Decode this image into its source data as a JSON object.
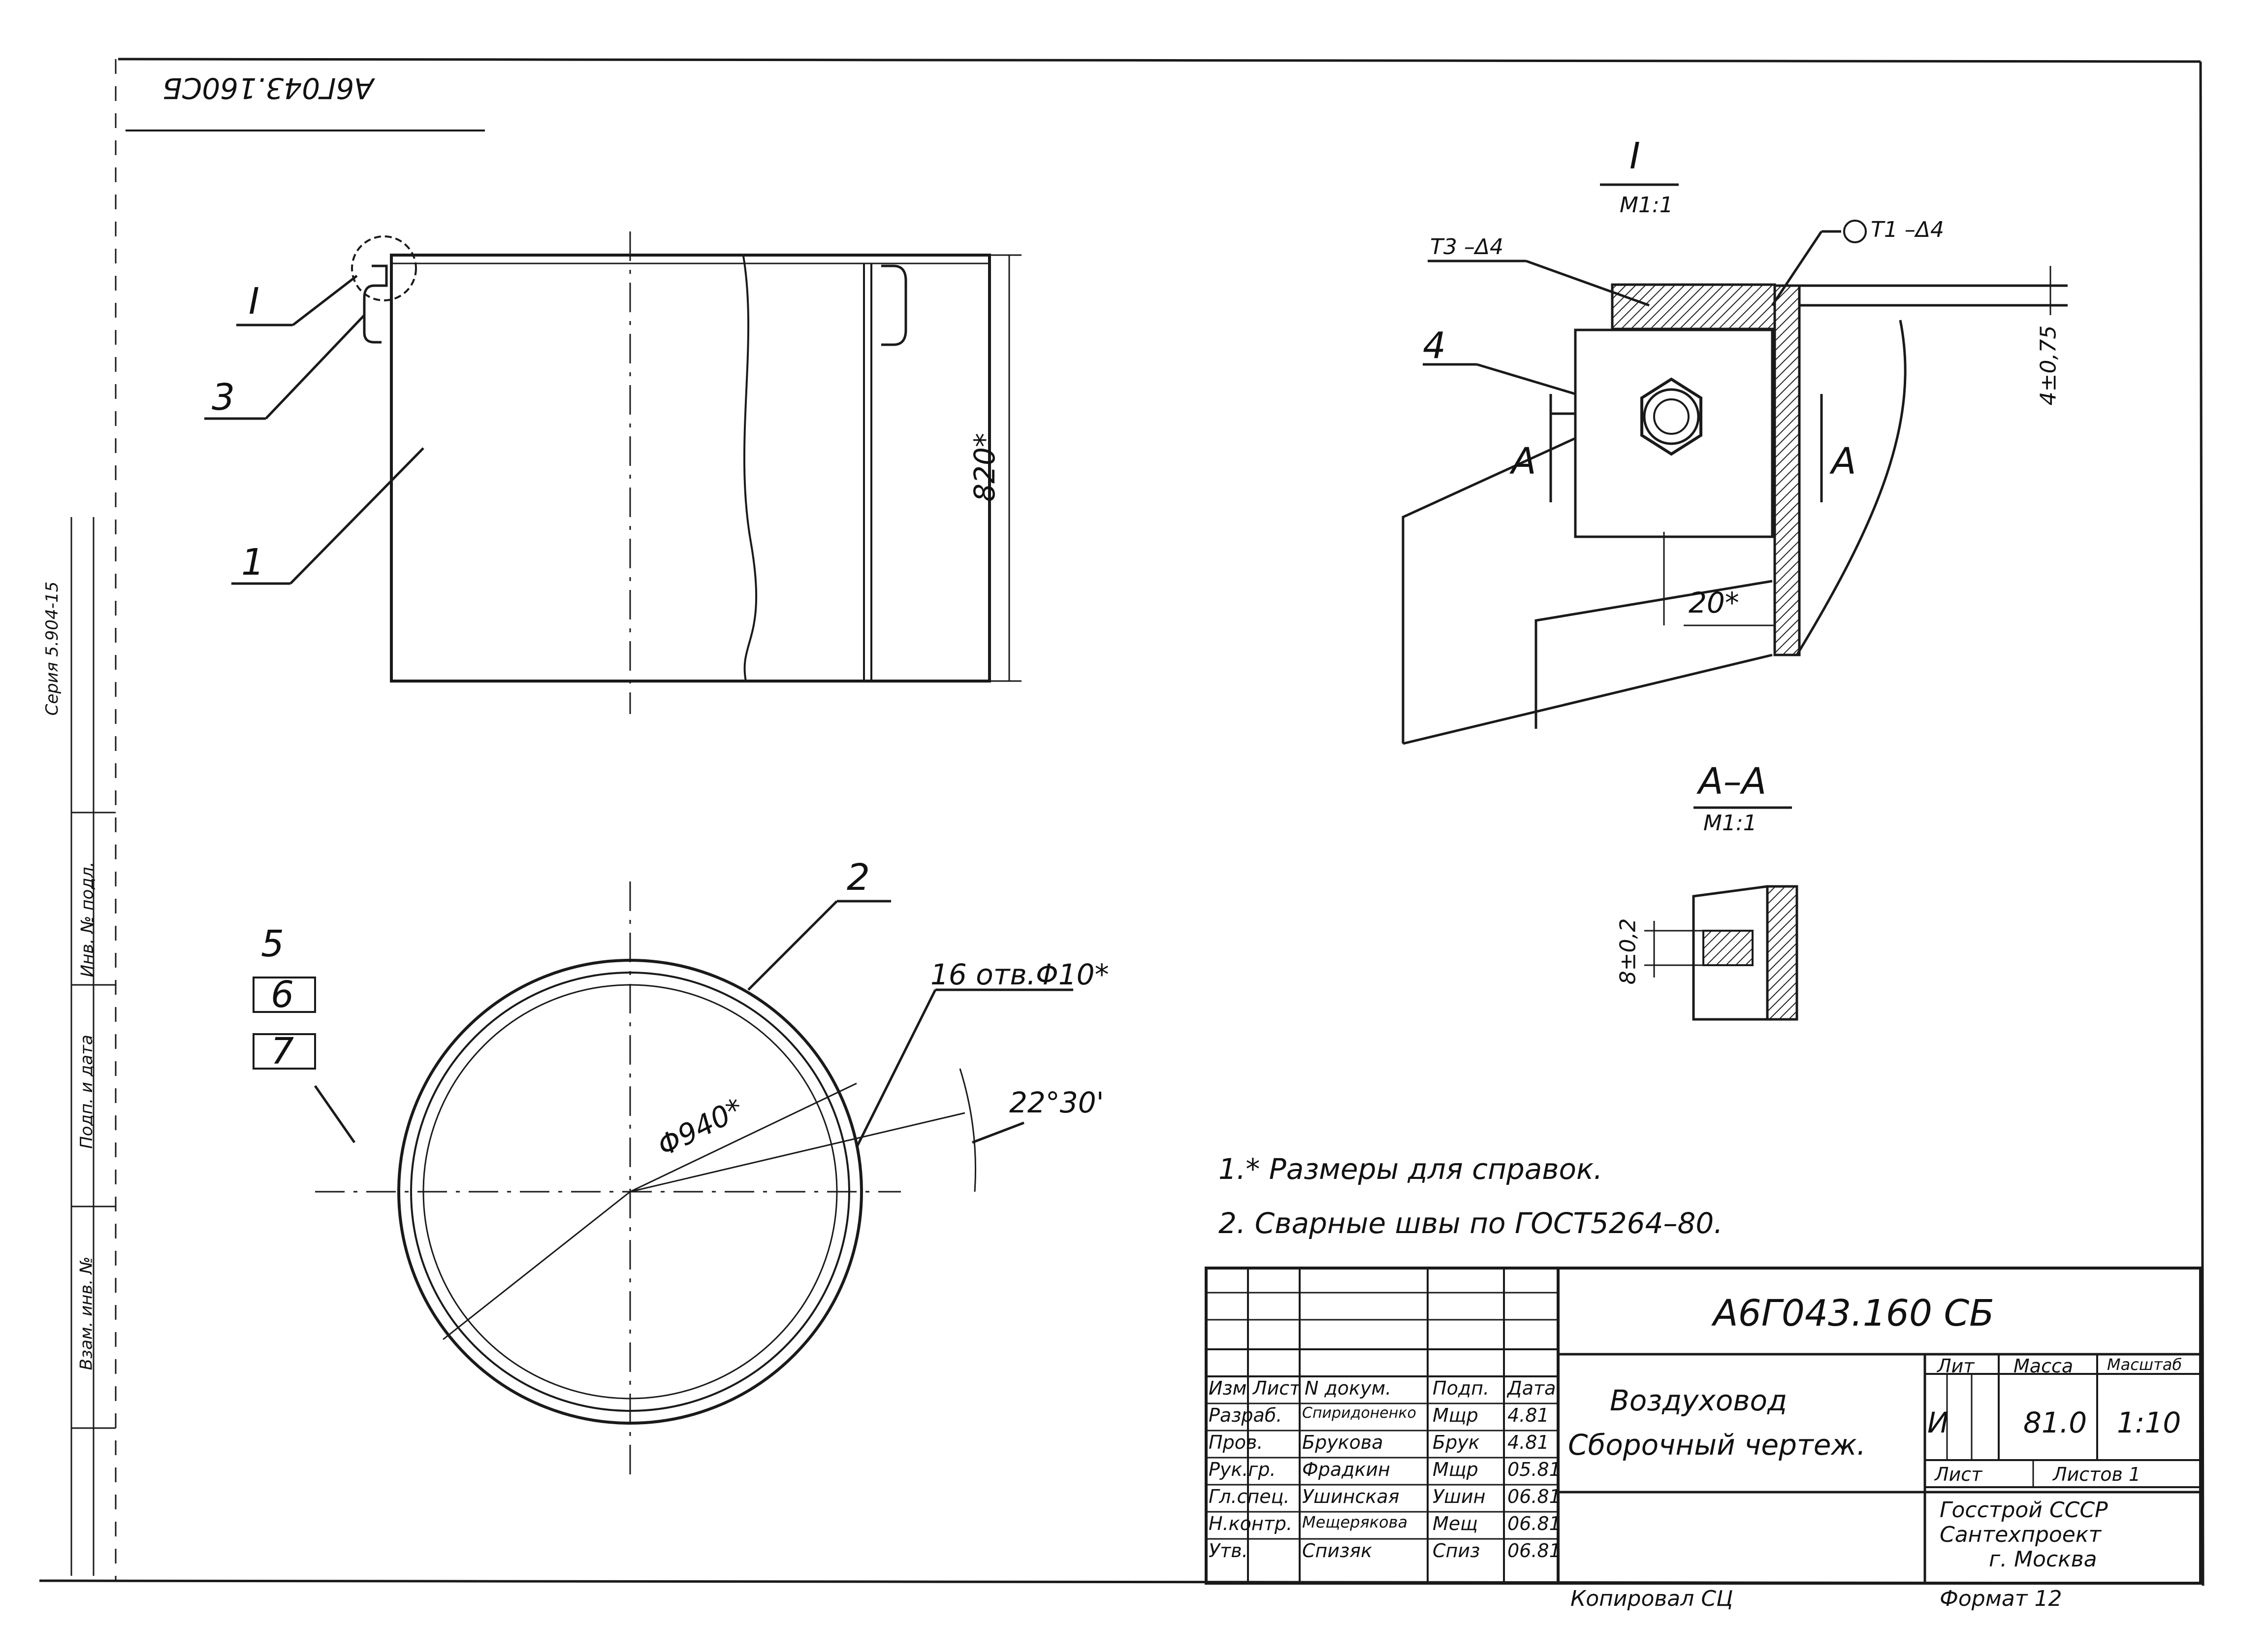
{
  "stamp_top": "А6Г043.160СБ",
  "side_stamps": [
    "Серия 5.904-15",
    "Инв. № подл.",
    "Подп. и дата",
    "Взам. инв. №"
  ],
  "main_view": {
    "callout_I": "I",
    "leader_3": "3",
    "leader_1": "1",
    "dim_height": "820*"
  },
  "plan_view": {
    "leader_2": "2",
    "leader_5": "5",
    "leader_6": "6",
    "leader_7": "7",
    "dim_diameter": "Φ940*",
    "dim_holes": "16 отв.Φ10*",
    "dim_angle": "22°30'"
  },
  "detail_view": {
    "title": "I",
    "scale": "М1:1",
    "weld_1": "Т3 –Δ4",
    "weld_2": "Т1 –Δ4",
    "leader_4": "4",
    "dim_thickness": "4±0,75",
    "dim_20": "20*",
    "section_mark_left": "А",
    "section_mark_right": "А"
  },
  "section_view": {
    "title": "А–А",
    "scale": "М1:1",
    "dim": "8±0,2"
  },
  "notes": [
    "1.* Размеры для справок.",
    "2. Сварные швы по ГОСТ5264–80."
  ],
  "title_block": {
    "designation": "А6Г043.160 СБ",
    "name_line1": "Воздуховод",
    "name_line2": "Сборочный чертеж.",
    "head_cols": [
      "Изм",
      "Лист",
      "N докум.",
      "Подп.",
      "Дата"
    ],
    "rows": [
      {
        "role": "Разраб.",
        "name": "Спиридоненко",
        "sign": "Мщр",
        "date": "4.81"
      },
      {
        "role": "Пров.",
        "name": "Брукова",
        "sign": "Брук",
        "date": "4.81"
      },
      {
        "role": "Рук.гр.",
        "name": "Фрадкин",
        "sign": "Мщр",
        "date": "05.81"
      },
      {
        "role": "Гл.спец.",
        "name": "Ушинская",
        "sign": "Ушин",
        "date": "06.81"
      },
      {
        "role": "Н.контр.",
        "name": "Мещерякова",
        "sign": "Мещ",
        "date": "06.81"
      },
      {
        "role": "Утв.",
        "name": "Спизяк",
        "sign": "Спиз",
        "date": "06.81"
      }
    ],
    "lit_label": "Лит",
    "mass_label": "Масса",
    "scale_label": "Масштаб",
    "lit_value": "И",
    "mass_value": "81.0",
    "scale_value": "1:10",
    "sheet_label": "Лист",
    "sheets_label": "Листов 1",
    "org_line1": "Госстрой СССР",
    "org_line2": "Сантехпроект",
    "org_line3": "г. Москва"
  },
  "footer": {
    "copied": "Копировал СЦ",
    "format": "Формат 12"
  }
}
